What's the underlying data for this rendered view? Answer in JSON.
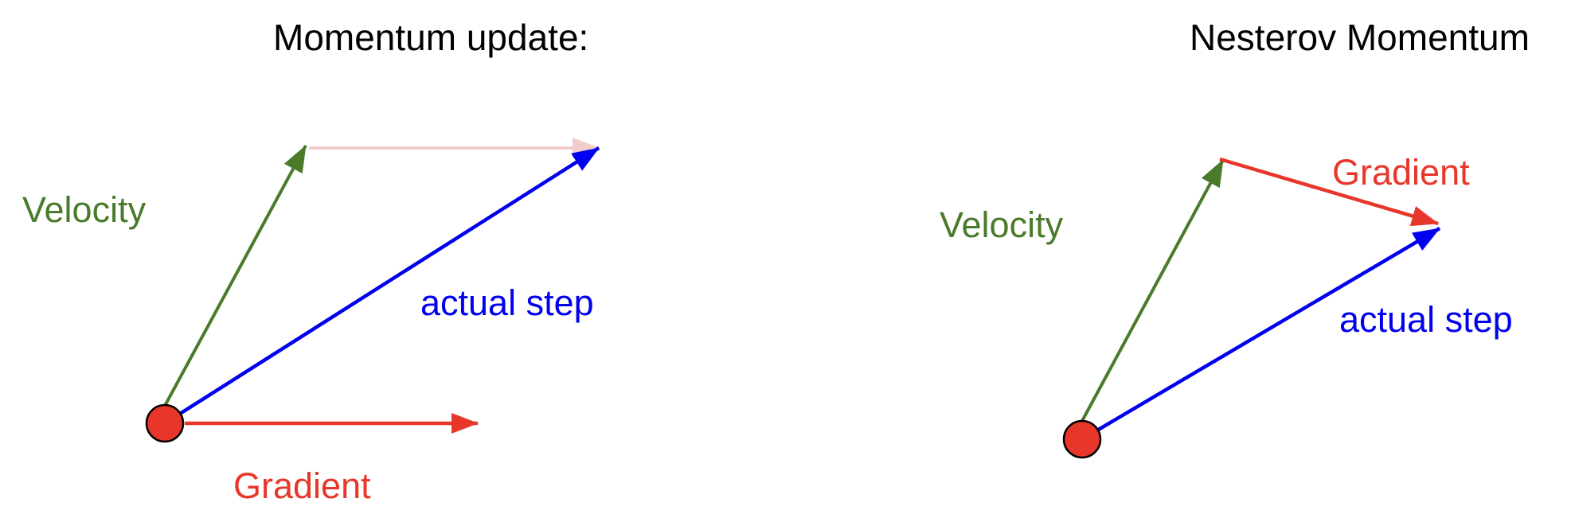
{
  "colors": {
    "velocity": "#4a7a2a",
    "gradient": "#e8372a",
    "actual_step": "#0000ee",
    "ghost_gradient": "#f2cccc",
    "point_fill": "#e8372a",
    "point_stroke": "#000000",
    "title": "#000000"
  },
  "left_panel": {
    "title": "Momentum update:",
    "velocity_label": "Velocity",
    "gradient_label": "Gradient",
    "actual_step_label": "actual step"
  },
  "right_panel": {
    "title": "Nesterov Momentum",
    "velocity_label": "Velocity",
    "gradient_label": "Gradient",
    "actual_step_label": "actual step"
  }
}
